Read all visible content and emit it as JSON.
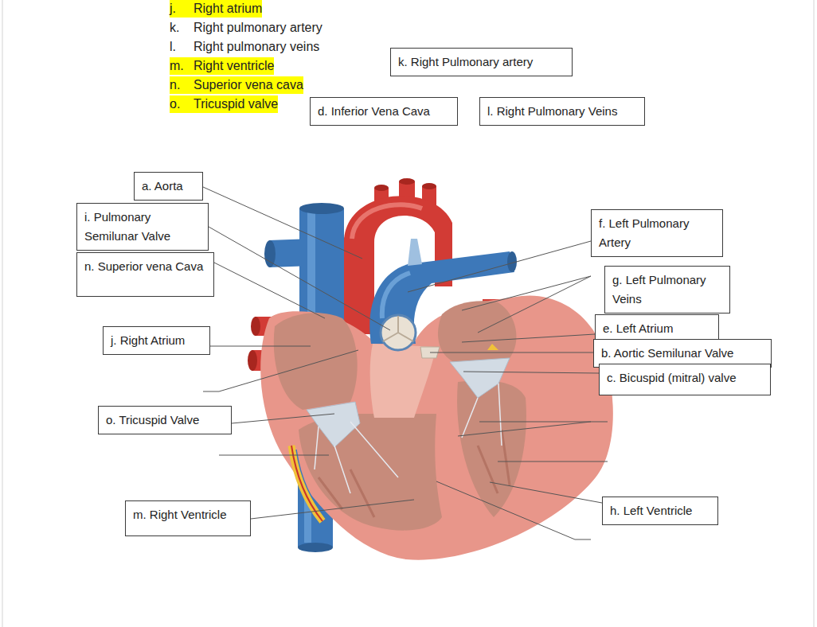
{
  "diagram": {
    "nodes": [
      {
        "text": [
          "k. Right Pulmonary artery"
        ]
      },
      {
        "text": [
          "d. Inferior Vena Cava"
        ]
      },
      {
        "text": [
          "l. Right Pulmonary Veins"
        ]
      },
      {
        "text": [
          "a. Aorta"
        ]
      },
      {
        "text": [
          "i. Pulmonary Semilunar Valve"
        ]
      },
      {
        "text": [
          "f. Left Pulmonary Artery"
        ]
      },
      {
        "text": [
          "n. Superior vena Cava"
        ]
      },
      {
        "text": [
          "g. Left Pulmonary Veins"
        ]
      },
      {
        "text": [
          "e. Left Atrium"
        ]
      },
      {
        "text": [
          "j. Right Atrium"
        ]
      },
      {
        "text": [
          "b. Aortic Semilunar Valve"
        ]
      },
      {
        "text": [
          "c. Bicuspid (mitral) valve"
        ]
      },
      {
        "text": [
          "o. Tricuspid Valve"
        ]
      },
      {
        "text": [
          "h. Left Ventricle"
        ]
      },
      {
        "text": [
          "m. Right Ventricle"
        ]
      }
    ],
    "labels": [
      "j.",
      "Right atrium",
      "k.",
      "Right pulmonary artery",
      "l.",
      "Right pulmonary veins",
      "m.",
      "Right ventricle",
      "n.",
      "Superior vena cava",
      "o.",
      "Tricuspid valve"
    ]
  }
}
